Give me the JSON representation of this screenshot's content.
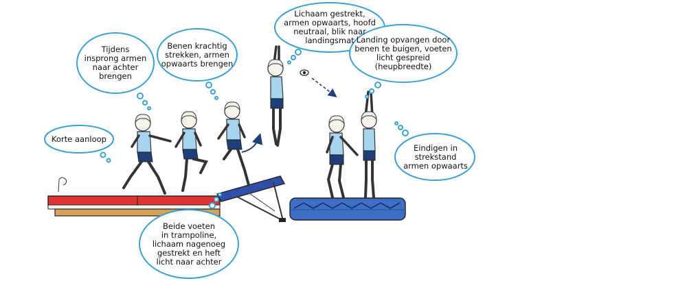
{
  "bubbles": {
    "korte_aanloop": "Korte aanloop",
    "tijdens_insprong": "Tijdens\ninsprong armen\nnaar achter\nbrengen",
    "benen_krachtig": "Benen krachtig\nstrekken, armen\nopwaarts brengen",
    "lichaam_gestrekt": "Lichaam gestrekt,\narmen opwaarts, hoofd\nneutraal, blik naar\nlandingsmat",
    "landing_opvangen": "Landing opvangen door\nbenen te buigen, voeten\nlicht gespreid\n(heupbreedte)",
    "eindigen": "Eindigen in\nstrekstand\narmen opwaarts",
    "beide_voeten": "Beide voeten\nin trampoline,\nlichaam nagenoeg\ngestrekt en heft\nlicht naar achter"
  },
  "colors": {
    "bubble_stroke": "#3aa0dc",
    "bench_top": "#e23232",
    "bench_wood": "#d6a25a",
    "trampoline": "#2f4fa8",
    "mat": "#3d6fc4",
    "mat_dark": "#2a4f96",
    "shirt": "#a9d4ef",
    "shorts": "#1f3f7a",
    "skin": "#f7f2ea"
  },
  "icons": {
    "eye": "eye-icon",
    "jump_arrow": "curved-arrow-icon",
    "gaze_arrow": "dashed-arrow-icon"
  }
}
